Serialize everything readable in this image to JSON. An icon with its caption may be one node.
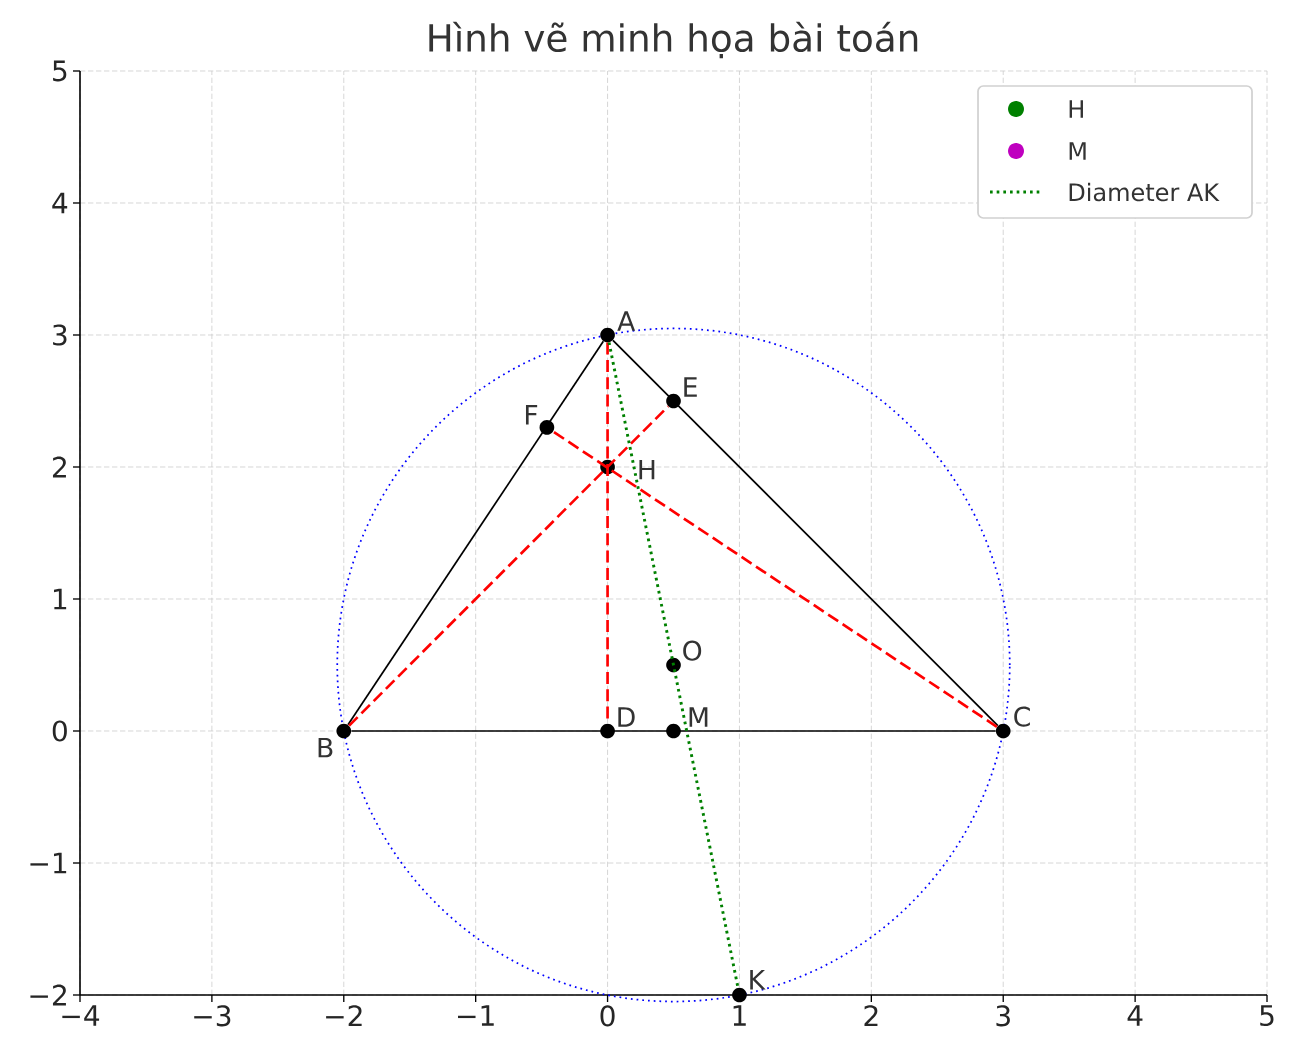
{
  "diagram": {
    "title": "Hình vẽ minh họa bài toán",
    "nodes": [
      {
        "text": [
          "A"
        ]
      },
      {
        "text": [
          "B"
        ]
      },
      {
        "text": [
          "C"
        ]
      },
      {
        "text": [
          "D"
        ]
      },
      {
        "text": [
          "E"
        ]
      },
      {
        "text": [
          "F"
        ]
      },
      {
        "text": [
          "H"
        ]
      },
      {
        "text": [
          "O"
        ]
      },
      {
        "text": [
          "M"
        ]
      },
      {
        "text": [
          "K"
        ]
      }
    ],
    "edges": [
      {
        "from": 0,
        "to": 1,
        "arrow": "none"
      },
      {
        "from": 0,
        "to": 2,
        "arrow": "none"
      },
      {
        "from": 1,
        "to": 2,
        "arrow": "none"
      },
      {
        "from": 0,
        "to": 3,
        "arrow": "none",
        "style": "dashed",
        "color": "#ff0000"
      },
      {
        "from": 1,
        "to": 4,
        "arrow": "none",
        "style": "dashed",
        "color": "#ff0000"
      },
      {
        "from": 2,
        "to": 5,
        "arrow": "none",
        "style": "dashed",
        "color": "#ff0000"
      },
      {
        "from": 0,
        "to": 9,
        "arrow": "none",
        "style": "dashed",
        "color": "#008000"
      }
    ],
    "legend": [
      {
        "text": "H",
        "color": "#008000"
      },
      {
        "text": "M",
        "color": "#bf00bf"
      },
      {
        "text": "Diameter AK"
      }
    ],
    "chart_data": {
      "type": "scatter",
      "grid": true,
      "xlim": [
        -4,
        5
      ],
      "ylim": [
        -2,
        5
      ],
      "xticks": [
        {
          "value": -4,
          "label": "−4"
        },
        {
          "value": -3,
          "label": "−3"
        },
        {
          "value": -2,
          "label": "−2"
        },
        {
          "value": -1,
          "label": "−1"
        },
        {
          "value": 0,
          "label": "0"
        },
        {
          "value": 1,
          "label": "1"
        },
        {
          "value": 2,
          "label": "2"
        },
        {
          "value": 3,
          "label": "3"
        },
        {
          "value": 4,
          "label": "4"
        },
        {
          "value": 5,
          "label": "5"
        }
      ],
      "yticks": [
        {
          "value": -2,
          "label": "−2"
        },
        {
          "value": -1,
          "label": "−1"
        },
        {
          "value": 0,
          "label": "0"
        },
        {
          "value": 1,
          "label": "1"
        },
        {
          "value": 2,
          "label": "2"
        },
        {
          "value": 3,
          "label": "3"
        },
        {
          "value": 4,
          "label": "4"
        },
        {
          "value": 5,
          "label": "5"
        }
      ]
    }
  }
}
